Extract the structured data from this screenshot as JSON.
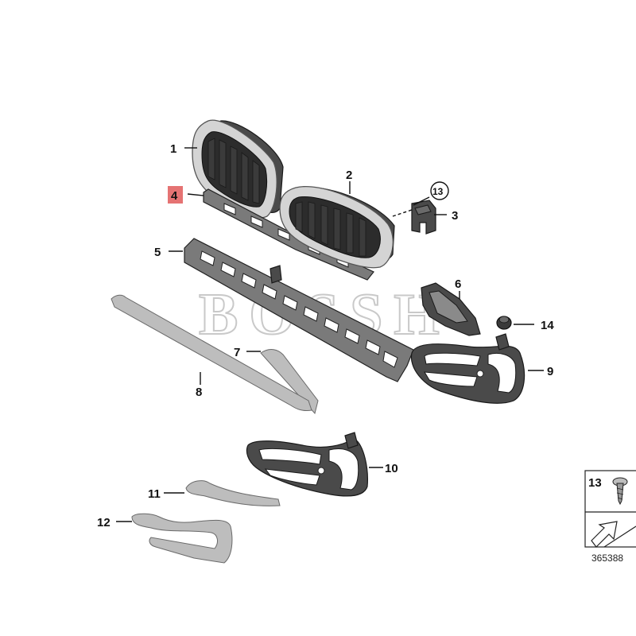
{
  "watermark": "BOSSH",
  "callouts": {
    "c1": "1",
    "c2": "2",
    "c3": "3",
    "c4": "4",
    "c5": "5",
    "c6": "6",
    "c7": "7",
    "c8": "8",
    "c9": "9",
    "c10": "10",
    "c11": "11",
    "c12": "12",
    "c13": "13",
    "c14": "14"
  },
  "highlight_color": "#e05a5a",
  "legend": {
    "part_number": "13",
    "part_icon": "screw-icon",
    "arrow_icon": "assembly-arrow-icon"
  },
  "reference_number": "365388"
}
